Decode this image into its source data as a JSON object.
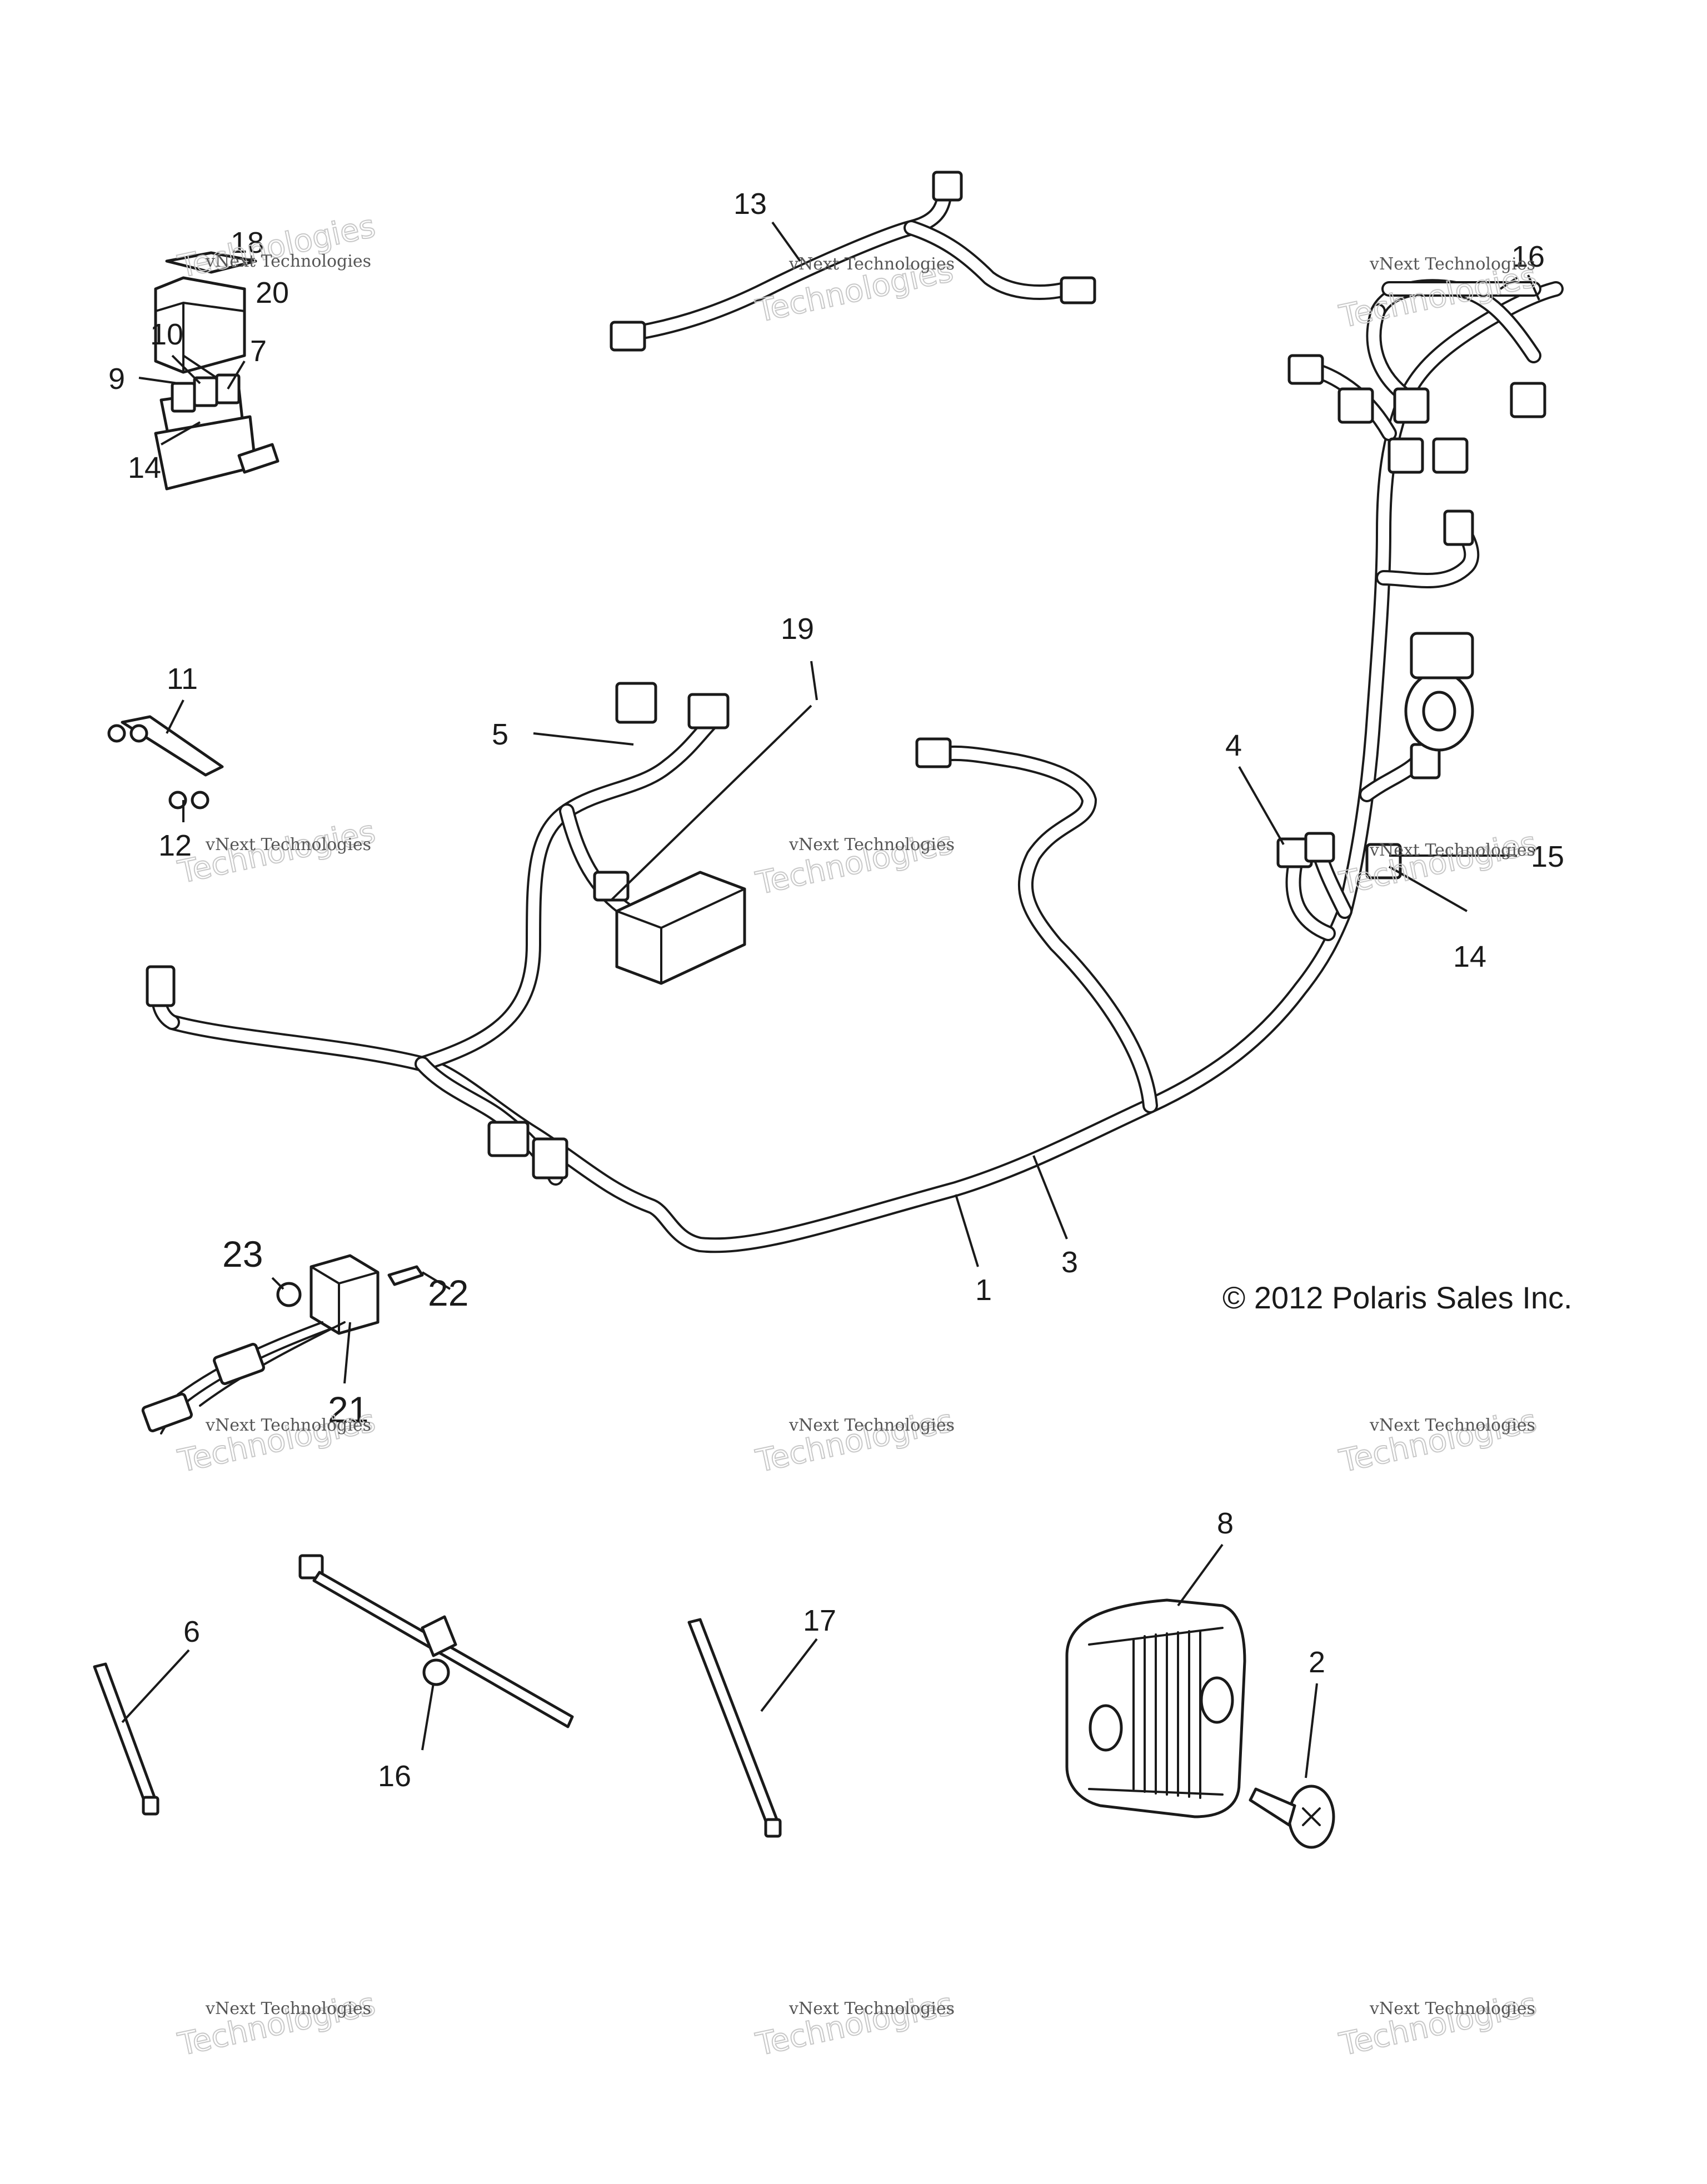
{
  "copyright": "© 2012 Polaris Sales Inc.",
  "watermark": {
    "line1": "vNext Technologies",
    "line2": "Technologies",
    "line_short": "vNext"
  },
  "callouts": {
    "c1": "1",
    "c2": "2",
    "c3": "3",
    "c4": "4",
    "c5": "5",
    "c6": "6",
    "c7": "7",
    "c8": "8",
    "c9": "9",
    "c10": "10",
    "c11": "11",
    "c12": "12",
    "c13": "13",
    "c14a": "14",
    "c14b": "14",
    "c15": "15",
    "c16a": "16",
    "c16b": "16",
    "c17": "17",
    "c18": "18",
    "c19": "19",
    "c20": "20",
    "c21": "21",
    "c22": "22",
    "c23": "23"
  }
}
